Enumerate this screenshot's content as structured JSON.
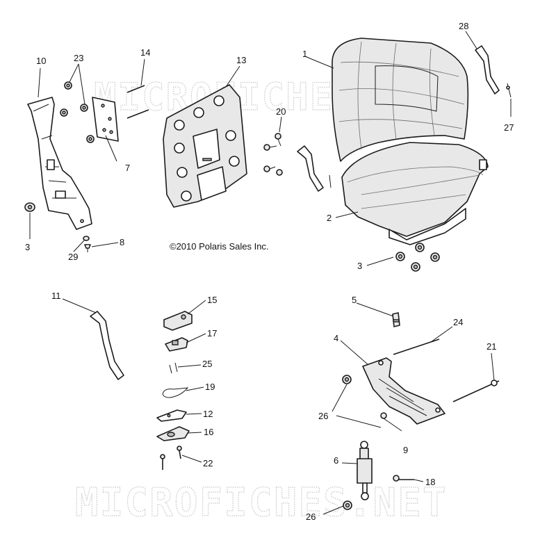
{
  "diagram": {
    "copyright": "©2010 Polaris Sales Inc.",
    "watermark": "MICROFICHES.NET",
    "callouts": {
      "c1": "1",
      "c2": "2",
      "c3a": "3",
      "c3b": "3",
      "c4": "4",
      "c5": "5",
      "c6": "6",
      "c7": "7",
      "c8": "8",
      "c9": "9",
      "c10": "10",
      "c11": "11",
      "c12": "12",
      "c13": "13",
      "c14": "14",
      "c15": "15",
      "c16": "16",
      "c17": "17",
      "c18": "18",
      "c19": "19",
      "c20": "20",
      "c21": "21",
      "c22": "22",
      "c23": "23",
      "c24": "24",
      "c25": "25",
      "c26a": "26",
      "c26b": "26",
      "c27": "27",
      "c28": "28",
      "c29": "29"
    }
  }
}
